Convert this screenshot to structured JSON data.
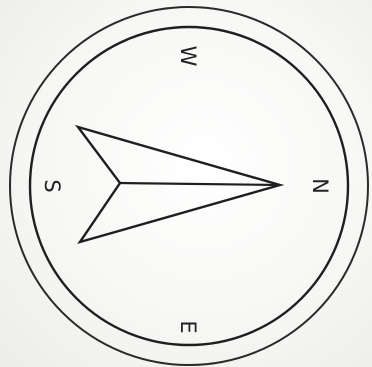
{
  "compass": {
    "labels": {
      "north": "N",
      "south": "S",
      "east": "E",
      "west": "W"
    },
    "colors": {
      "ink": "#1f1f1f",
      "paper": "#f7f7f5"
    },
    "icon": "compass-icon"
  }
}
